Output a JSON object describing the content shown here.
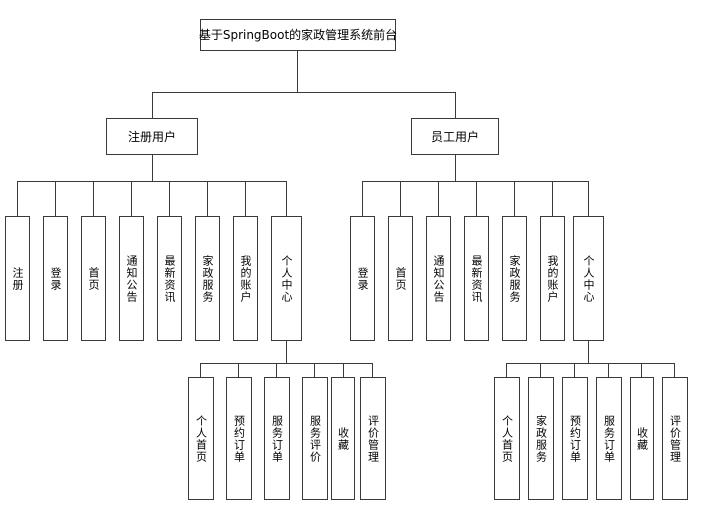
{
  "diagram": {
    "type": "tree",
    "title": "基于SpringBoot的家政管理系统前台",
    "root": {
      "label": "基于SpringBoot的家政管理系统前台"
    },
    "branches": [
      {
        "label": "注册用户",
        "leaves": [
          {
            "label": "注册"
          },
          {
            "label": "登录"
          },
          {
            "label": "首页"
          },
          {
            "label": "通知公告"
          },
          {
            "label": "最新资讯"
          },
          {
            "label": "家政服务"
          },
          {
            "label": "我的账户"
          },
          {
            "label": "个人中心"
          }
        ],
        "sub_leaves": [
          {
            "label": "个人首页"
          },
          {
            "label": "预约订单"
          },
          {
            "label": "服务订单"
          },
          {
            "label": "服务评价"
          },
          {
            "label": "收藏"
          },
          {
            "label": "评价管理"
          }
        ]
      },
      {
        "label": "员工用户",
        "leaves": [
          {
            "label": "登录"
          },
          {
            "label": "首页"
          },
          {
            "label": "通知公告"
          },
          {
            "label": "最新资讯"
          },
          {
            "label": "家政服务"
          },
          {
            "label": "我的账户"
          },
          {
            "label": "个人中心"
          }
        ],
        "sub_leaves": [
          {
            "label": "个人首页"
          },
          {
            "label": "家政服务"
          },
          {
            "label": "预约订单"
          },
          {
            "label": "服务订单"
          },
          {
            "label": "收藏"
          },
          {
            "label": "评价管理"
          }
        ]
      }
    ],
    "colors": {
      "line": "#3a3a3a",
      "border": "#3a3a3a",
      "background": "#ffffff",
      "text": "#000000"
    }
  }
}
